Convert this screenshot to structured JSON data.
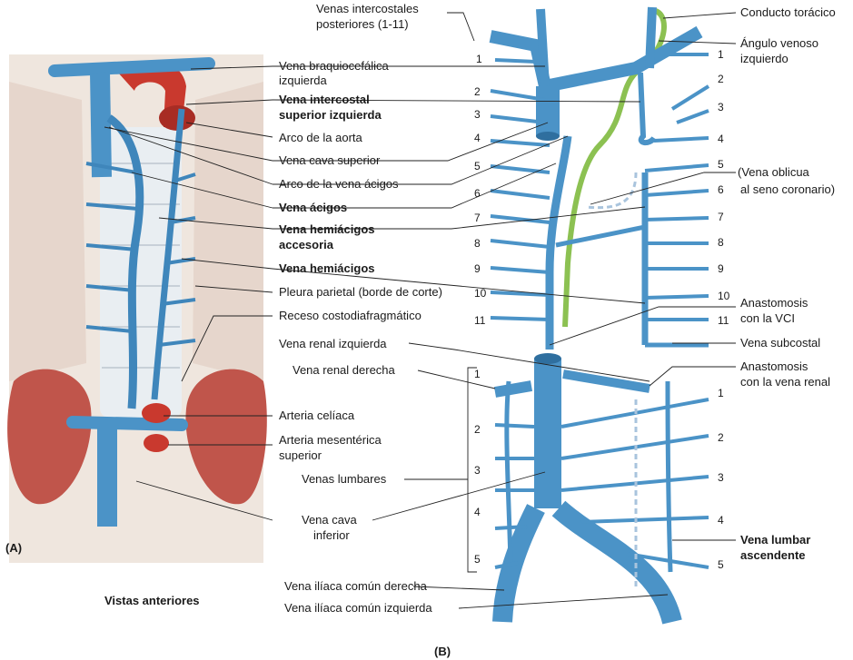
{
  "colors": {
    "vein": "#4b93c7",
    "vein_dark": "#2f6f9f",
    "artery": "#c9392e",
    "duct": "#8cc152",
    "kidney": "#c0554b"
  },
  "panel_a_label": "(A)",
  "panel_b_label": "(B)",
  "views_caption": "Vistas anteriores",
  "labels_a": {
    "l1": "Vena braquiocefálica",
    "l1b": "izquierda",
    "l2": "Vena intercostal",
    "l2b": "superior izquierda",
    "l3": "Arco de la aorta",
    "l4": "Vena cava superior",
    "l5": "Arco de la vena ácigos",
    "l6": "Vena ácigos",
    "l7": "Vena hemiácigos",
    "l7b": "accesoria",
    "l8": "Vena hemiácigos",
    "l9": "Pleura parietal (borde de corte)",
    "l10": "Receso costodiafragmático",
    "l11": "Vena renal izquierda",
    "l12": "Vena renal derecha",
    "l13": "Arteria celíaca",
    "l14": "Arteria mesentérica",
    "l14b": "superior",
    "l15": "Venas lumbares",
    "l16": "Vena cava",
    "l16b": "inferior",
    "l17": "Vena ilíaca común derecha",
    "l18": "Vena ilíaca común izquierda",
    "top1": "Venas intercostales",
    "top1b": "posteriores (1-11)"
  },
  "labels_b": {
    "r1": "Conducto torácico",
    "r2": "Ángulo venoso",
    "r2b": "izquierdo",
    "r3": "(Vena oblicua",
    "r3b": "al seno coronario)",
    "r4": "Anastomosis",
    "r4b": "con la VCI",
    "r5": "Vena subcostal",
    "r6": "Anastomosis",
    "r6b": "con la vena renal",
    "r7": "Vena lumbar",
    "r7b": "ascendente"
  },
  "rib_numbers_left": [
    "1",
    "2",
    "3",
    "4",
    "5",
    "6",
    "7",
    "8",
    "9",
    "10",
    "11"
  ],
  "rib_numbers_right": [
    "1",
    "2",
    "3",
    "4",
    "5",
    "6",
    "7",
    "8",
    "9",
    "10",
    "11"
  ],
  "lumbar_numbers_left": [
    "1",
    "2",
    "3",
    "4",
    "5"
  ],
  "lumbar_numbers_right": [
    "1",
    "2",
    "3",
    "4",
    "5"
  ]
}
